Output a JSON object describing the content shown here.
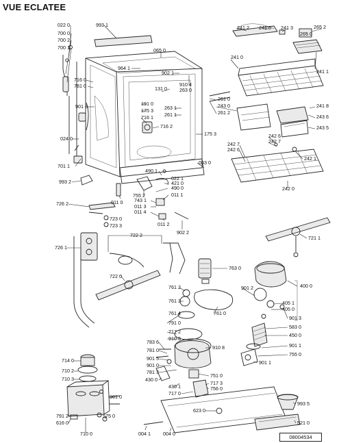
{
  "title": "VUE ECLATEE",
  "reference": "08004534",
  "labels": [
    {
      "id": "022-0",
      "text": "022 0"
    },
    {
      "id": "700-0",
      "text": "700 0"
    },
    {
      "id": "700-2",
      "text": "700 2"
    },
    {
      "id": "700-1",
      "text": "700 1"
    },
    {
      "id": "993-1",
      "text": "993 1"
    },
    {
      "id": "065-0",
      "text": "065 0"
    },
    {
      "id": "964-1",
      "text": "964 1"
    },
    {
      "id": "902-1",
      "text": "902 1"
    },
    {
      "id": "716-0",
      "text": "716 0"
    },
    {
      "id": "781-0",
      "text": "781 0"
    },
    {
      "id": "901-8",
      "text": "901 8"
    },
    {
      "id": "131-0",
      "text": "131 0"
    },
    {
      "id": "910-4",
      "text": "910 4"
    },
    {
      "id": "263-0",
      "text": "263 0"
    },
    {
      "id": "191-0",
      "text": "191 0"
    },
    {
      "id": "175-3",
      "text": "175 3"
    },
    {
      "id": "716-1",
      "text": "716 1"
    },
    {
      "id": "263-1",
      "text": "263 1"
    },
    {
      "id": "261-1",
      "text": "261 1"
    },
    {
      "id": "716-2",
      "text": "716 2"
    },
    {
      "id": "024-0",
      "text": "024 0"
    },
    {
      "id": "175-3b",
      "text": "175 3"
    },
    {
      "id": "701-1",
      "text": "701 1"
    },
    {
      "id": "003-0",
      "text": "003 0"
    },
    {
      "id": "490-1",
      "text": "490 1"
    },
    {
      "id": "022-1",
      "text": "022 1"
    },
    {
      "id": "421-0",
      "text": "421 0"
    },
    {
      "id": "490-0",
      "text": "490 0"
    },
    {
      "id": "993-2",
      "text": "993 2"
    },
    {
      "id": "755-2",
      "text": "755 2"
    },
    {
      "id": "011-0",
      "text": "011 0"
    },
    {
      "id": "011-1",
      "text": "011 1"
    },
    {
      "id": "743-1",
      "text": "743 1"
    },
    {
      "id": "011-3",
      "text": "011 3"
    },
    {
      "id": "011-4",
      "text": "011 4"
    },
    {
      "id": "011-2",
      "text": "011 2"
    },
    {
      "id": "902-2",
      "text": "902 2"
    },
    {
      "id": "241-2",
      "text": "241 2"
    },
    {
      "id": "241-6",
      "text": "241 6"
    },
    {
      "id": "241-3",
      "text": "241 3"
    },
    {
      "id": "265-2",
      "text": "265 2"
    },
    {
      "id": "265-0",
      "text": "265 0"
    },
    {
      "id": "241-0",
      "text": "241 0"
    },
    {
      "id": "241-1",
      "text": "241 1"
    },
    {
      "id": "261-0",
      "text": "261 0"
    },
    {
      "id": "243-0",
      "text": "243 0"
    },
    {
      "id": "261-2",
      "text": "261 2"
    },
    {
      "id": "241-8",
      "text": "241 8"
    },
    {
      "id": "243-6",
      "text": "243 6"
    },
    {
      "id": "243-5",
      "text": "243 5"
    },
    {
      "id": "242-7",
      "text": "242 7"
    },
    {
      "id": "242-6",
      "text": "242 6"
    },
    {
      "id": "242-6b",
      "text": "242 6"
    },
    {
      "id": "242-7b",
      "text": "242 7"
    },
    {
      "id": "242-1",
      "text": "242 1"
    },
    {
      "id": "242-0",
      "text": "242 0"
    },
    {
      "id": "726-2",
      "text": "726 2"
    },
    {
      "id": "723-0",
      "text": "723 0"
    },
    {
      "id": "723-3",
      "text": "723 3"
    },
    {
      "id": "726-1",
      "text": "726 1"
    },
    {
      "id": "722-2",
      "text": "722 2"
    },
    {
      "id": "721-1",
      "text": "721 1"
    },
    {
      "id": "763-0",
      "text": "763 0"
    },
    {
      "id": "722-0",
      "text": "722 0"
    },
    {
      "id": "400-0",
      "text": "400 0"
    },
    {
      "id": "761-2",
      "text": "761 2"
    },
    {
      "id": "901-2",
      "text": "901 2"
    },
    {
      "id": "405-1",
      "text": "405 1"
    },
    {
      "id": "405-0",
      "text": "405 0"
    },
    {
      "id": "761-3",
      "text": "761 3"
    },
    {
      "id": "761-4",
      "text": "761 4"
    },
    {
      "id": "761-0",
      "text": "761 0"
    },
    {
      "id": "901-3",
      "text": "901 3"
    },
    {
      "id": "791-0",
      "text": "791 0"
    },
    {
      "id": "583-0",
      "text": "583 0"
    },
    {
      "id": "717-2",
      "text": "717 2"
    },
    {
      "id": "450-0",
      "text": "450 0"
    },
    {
      "id": "910-3",
      "text": "910 3"
    },
    {
      "id": "783-6",
      "text": "783 6"
    },
    {
      "id": "910-8",
      "text": "910 8"
    },
    {
      "id": "901-1",
      "text": "901 1"
    },
    {
      "id": "781-0b",
      "text": "781 0"
    },
    {
      "id": "755-0",
      "text": "755 0"
    },
    {
      "id": "901-5",
      "text": "901 5"
    },
    {
      "id": "901-1b",
      "text": "901 1"
    },
    {
      "id": "714-0",
      "text": "714 0"
    },
    {
      "id": "901-0",
      "text": "901 0"
    },
    {
      "id": "781-3",
      "text": "781 3"
    },
    {
      "id": "710-2",
      "text": "710 2"
    },
    {
      "id": "751-0",
      "text": "751 0"
    },
    {
      "id": "710-3",
      "text": "710 3"
    },
    {
      "id": "430-0",
      "text": "430 0"
    },
    {
      "id": "717-3",
      "text": "717 3"
    },
    {
      "id": "430-1",
      "text": "430 1"
    },
    {
      "id": "756-0",
      "text": "756 0"
    },
    {
      "id": "717-0",
      "text": "717 0"
    },
    {
      "id": "901-0b",
      "text": "901 0"
    },
    {
      "id": "993-5",
      "text": "993 5"
    },
    {
      "id": "791-2",
      "text": "791 2"
    },
    {
      "id": "623-0",
      "text": "623 0"
    },
    {
      "id": "616-0",
      "text": "616 0"
    },
    {
      "id": "575-0",
      "text": "575 0"
    },
    {
      "id": "521-0",
      "text": "521 0"
    },
    {
      "id": "710-0",
      "text": "710 0"
    },
    {
      "id": "004-1",
      "text": "004 1"
    },
    {
      "id": "004-0",
      "text": "004 0"
    }
  ]
}
